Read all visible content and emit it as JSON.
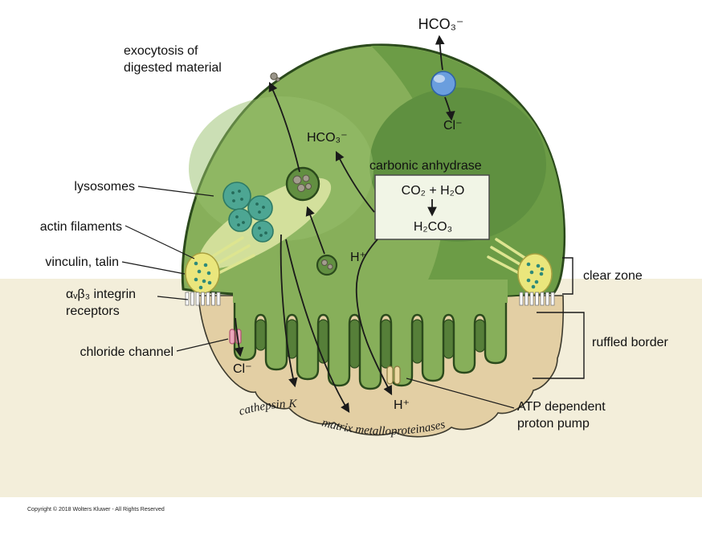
{
  "labels": {
    "exocytosis": "exocytosis of\ndigested material",
    "lysosomes": "lysosomes",
    "actin": "actin filaments",
    "vinculin": "vinculin, talin",
    "integrin": "αᵥβ₃ integrin\nreceptors",
    "chloride_channel": "chloride channel",
    "clear_zone": "clear zone",
    "ruffled_border": "ruffled border",
    "atp_pump": "ATP dependent\nproton pump",
    "carbonic_anhydrase": "carbonic anhydrase",
    "co2_h2o": "CO₂ + H₂O",
    "h2co3": "H₂CO₃",
    "hco3_top": "HCO₃⁻",
    "cl_top": "Cl⁻",
    "hco3_mid": "HCO₃⁻",
    "h_mid": "H⁺",
    "cl_bottom": "Cl⁻",
    "h_bottom": "H⁺",
    "cathepsin": "cathepsin K",
    "mmp": "matrix metalloproteinases",
    "copyright": "Copyright © 2018 Wolters Kluwer - All Rights Reserved"
  },
  "colors": {
    "background": "#ffffff",
    "bone_band": "#f3eeda",
    "pit": "#e3cfa4",
    "cell": "#87af5a",
    "cell_dark": "#6c9c46",
    "cell_darker": "#5f9040",
    "cell_shadow": "#567f39",
    "cell_outline": "#2b4a1c",
    "lysosome": "#4da693",
    "vesicle": "#628f41",
    "clear_zone_yellow": "#eae67c",
    "transporter_blue": "#6a9ede",
    "channel_pink": "#eba6ba",
    "pump_tan": "#ecd9a2",
    "box_fill": "#f1f5e6",
    "arrow": "#1a1a1a"
  }
}
